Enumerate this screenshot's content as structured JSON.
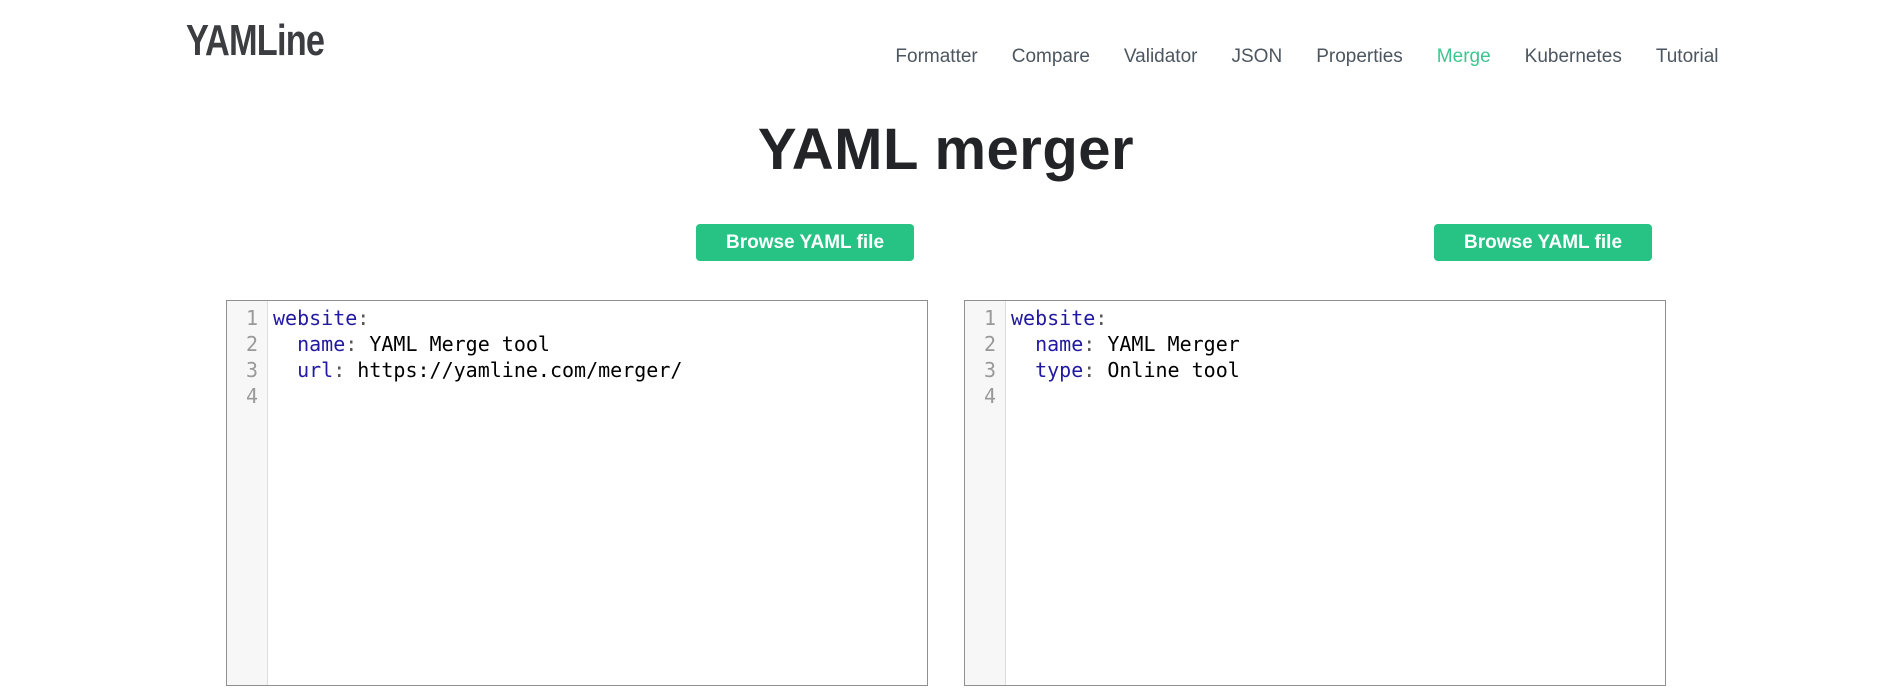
{
  "brand": {
    "logo": "YAMLine"
  },
  "nav": {
    "items": [
      {
        "label": "Formatter",
        "active": false
      },
      {
        "label": "Compare",
        "active": false
      },
      {
        "label": "Validator",
        "active": false
      },
      {
        "label": "JSON",
        "active": false
      },
      {
        "label": "Properties",
        "active": false
      },
      {
        "label": "Merge",
        "active": true
      },
      {
        "label": "Kubernetes",
        "active": false
      },
      {
        "label": "Tutorial",
        "active": false
      }
    ]
  },
  "page": {
    "title": "YAML merger"
  },
  "editors": [
    {
      "side": "left",
      "button_label": "Browse YAML file",
      "lines": [
        {
          "num": "1",
          "tokens": [
            {
              "type": "key",
              "text": "website"
            },
            {
              "type": "punct",
              "text": ":"
            }
          ]
        },
        {
          "num": "2",
          "tokens": [
            {
              "type": "plain",
              "text": "  "
            },
            {
              "type": "key",
              "text": "name"
            },
            {
              "type": "punct",
              "text": ":"
            },
            {
              "type": "plain",
              "text": " YAML Merge tool"
            }
          ]
        },
        {
          "num": "3",
          "tokens": [
            {
              "type": "plain",
              "text": "  "
            },
            {
              "type": "key",
              "text": "url"
            },
            {
              "type": "punct",
              "text": ":"
            },
            {
              "type": "plain",
              "text": " https://yamline.com/merger/"
            }
          ]
        },
        {
          "num": "4",
          "tokens": []
        }
      ]
    },
    {
      "side": "right",
      "button_label": "Browse YAML file",
      "lines": [
        {
          "num": "1",
          "tokens": [
            {
              "type": "key",
              "text": "website"
            },
            {
              "type": "punct",
              "text": ":"
            }
          ]
        },
        {
          "num": "2",
          "tokens": [
            {
              "type": "plain",
              "text": "  "
            },
            {
              "type": "key",
              "text": "name"
            },
            {
              "type": "punct",
              "text": ":"
            },
            {
              "type": "plain",
              "text": " YAML Merger"
            }
          ]
        },
        {
          "num": "3",
          "tokens": [
            {
              "type": "plain",
              "text": "  "
            },
            {
              "type": "key",
              "text": "type"
            },
            {
              "type": "punct",
              "text": ":"
            },
            {
              "type": "plain",
              "text": " Online tool"
            }
          ]
        },
        {
          "num": "4",
          "tokens": []
        }
      ]
    }
  ],
  "colors": {
    "accent_green": "#26c385",
    "nav_active_green": "#3cc68f",
    "yaml_key_blue": "#2219a2",
    "punctuation_gray": "#555555",
    "line_number_gray": "#999999",
    "nav_text": "#4c5660",
    "panel_border": "#8f8f8f",
    "gutter_background": "#f7f7f7"
  }
}
